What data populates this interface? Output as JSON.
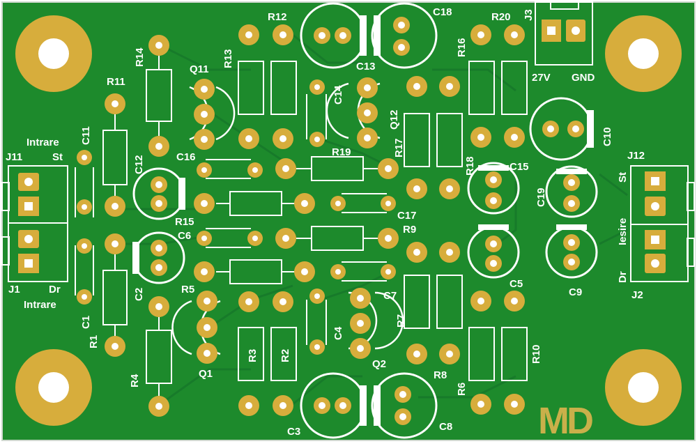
{
  "board": {
    "title": "Dual channel amplifier PCB (top view)",
    "colors": {
      "background": "#ffffff",
      "substrate": "#1d8a2c",
      "trace": "#167523",
      "silkscreen": "#ffffff",
      "pad": "#d7ad3c",
      "pad_dark": "#b88f26",
      "hole": "#ffffff",
      "logo": "#c9b04a"
    },
    "logo_text": "MD",
    "connectors": {
      "J11": {
        "ref": "J11",
        "label_top": "Intrare",
        "label_side": "St"
      },
      "J1": {
        "ref": "J1",
        "label_bottom": "Intrare",
        "label_side": "Dr"
      },
      "J12": {
        "ref": "J12",
        "label_side": "St",
        "label_mid": "Iesire"
      },
      "J2": {
        "ref": "J2",
        "label_side": "Dr"
      },
      "J3": {
        "ref": "J3",
        "label_left": "27V",
        "label_right": "GND"
      }
    },
    "labels": {
      "R1": "R1",
      "R2": "R2",
      "R3": "R3",
      "R4": "R4",
      "R5": "R5",
      "R6": "R6",
      "R7": "R7",
      "R8": "R8",
      "R9": "R9",
      "R10": "R10",
      "R11": "R11",
      "R12": "R12",
      "R13": "R13",
      "R14": "R14",
      "R15": "R15",
      "R16": "R16",
      "R17": "R17",
      "R18": "R18",
      "R19": "R19",
      "R20": "R20",
      "C1": "C1",
      "C2": "C2",
      "C3": "C3",
      "C4": "C4",
      "C5": "C5",
      "C6": "C6",
      "C7": "C7",
      "C8": "C8",
      "C9": "C9",
      "C10": "C10",
      "C11": "C11",
      "C12": "C12",
      "C13": "C13",
      "C14": "C14",
      "C15": "C15",
      "C16": "C16",
      "C17": "C17",
      "C18": "C18",
      "C19": "C19",
      "Q1": "Q1",
      "Q2": "Q2",
      "Q11": "Q11",
      "Q12": "Q12"
    }
  }
}
